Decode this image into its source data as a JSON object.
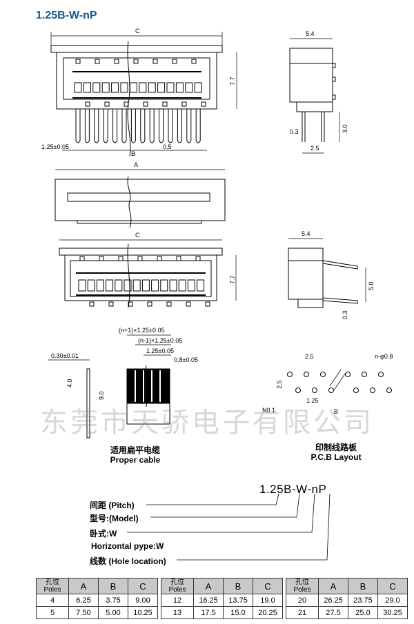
{
  "title": "1.25B-W-nP",
  "watermark": "东莞市天骄电子有限公司",
  "dims": {
    "c": "C",
    "b": "B",
    "a": "A",
    "w54": "5.4",
    "h77": "7.7",
    "h30": "3.0",
    "d03": "0.3",
    "d25": "2.5",
    "pitch": "1.25±0.05",
    "d05": "0.5",
    "h50": "5.0",
    "cable1": "(n+1)×1.25±0.05",
    "cable2": "(n-1)×1.25±0.05",
    "cable3": "1.25±0.05",
    "cable4": "0.8±0.05",
    "thick": "0.30±0.01",
    "h40": "4.0",
    "h90": "9.0",
    "pcb25top": "2.5",
    "pcb25side": "2.5",
    "pcb125": "1.25",
    "pcbB": "B",
    "hole": "n-φ0.8",
    "n01": "N0.1"
  },
  "captions": {
    "cable_cn": "适用扁平电缆",
    "cable_en": "Proper cable",
    "pcb_cn": "印制线路板",
    "pcb_en": "P.C.B Layout"
  },
  "part_number": "1.25B-W-nP",
  "legend": [
    "间距 (Pitch)",
    "型号:(Model)",
    "卧式:W",
    "Horizontal pype:W",
    "线数 (Hole location)"
  ],
  "table_header": {
    "poles_cn": "孔位",
    "poles_en": "Poles",
    "a": "A",
    "b": "B",
    "c": "C"
  },
  "tables": [
    {
      "rows": [
        [
          "4",
          "6.25",
          "3.75",
          "9.00"
        ],
        [
          "5",
          "7.50",
          "5.00",
          "10.25"
        ]
      ]
    },
    {
      "rows": [
        [
          "12",
          "16.25",
          "13.75",
          "19.0"
        ],
        [
          "13",
          "17.5",
          "15.0",
          "20.25"
        ]
      ]
    },
    {
      "rows": [
        [
          "20",
          "26.25",
          "23.75",
          "29.0"
        ],
        [
          "21",
          "27.5",
          "25.0",
          "30.25"
        ]
      ]
    }
  ],
  "colors": {
    "title": "#1a5a8a",
    "line": "#000000",
    "header_bg": "#c9c9c9"
  }
}
